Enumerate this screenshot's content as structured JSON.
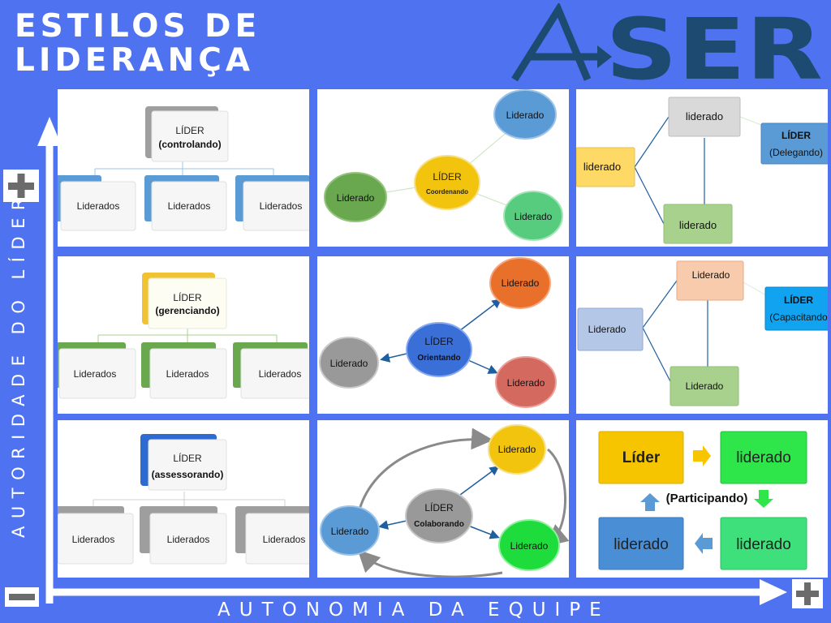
{
  "header": {
    "title_line1": "ESTILOS DE",
    "title_line2": "LIDERANÇA",
    "logo_text": "SER"
  },
  "axes": {
    "y_label": "AUTORIDADE DO LÍDER",
    "x_label": "AUTONOMIA DA EQUIPE"
  },
  "hierarchy": {
    "controlling": {
      "leader": "LÍDER",
      "style": "(controlando)",
      "items": [
        "Liderados",
        "Liderados",
        "Liderados"
      ]
    },
    "managing": {
      "leader": "LÍDER",
      "style": "(gerenciando)",
      "items": [
        "Liderados",
        "Liderados",
        "Liderados"
      ]
    },
    "advising": {
      "leader": "LÍDER",
      "style": "(assessorando)",
      "items": [
        "Liderados",
        "Liderados",
        "Liderados"
      ]
    }
  },
  "coordinating": {
    "leader": "LÍDER",
    "style": "Coordenando",
    "top": "Liderado",
    "left": "Liderado",
    "bottom": "Liderado"
  },
  "orienting": {
    "leader": "LÍDER",
    "style": "Orientando",
    "top": "Liderado",
    "left": "Liderado",
    "bottom": "Liderado"
  },
  "collaborating": {
    "leader": "LÍDER",
    "style": "Colaborando",
    "top": "Liderado",
    "left": "Liderado",
    "bottom": "Liderado"
  },
  "delegating": {
    "leader": "LÍDER",
    "style": "(Delegando)",
    "left": "liderado",
    "top": "liderado",
    "bottom": "liderado"
  },
  "enabling": {
    "leader": "LÍDER",
    "style": "(Capacitando",
    "left": "Liderado",
    "top": "Liderado",
    "bottom": "Liderado"
  },
  "participating": {
    "leader": "Líder",
    "top_right": "liderado",
    "bottom_right": "liderado",
    "bottom_left": "liderado",
    "caption": "(Participando)"
  },
  "colors": {
    "background": "#4f72f1",
    "panel": "#ffffff",
    "logo": "#1d4a70"
  }
}
